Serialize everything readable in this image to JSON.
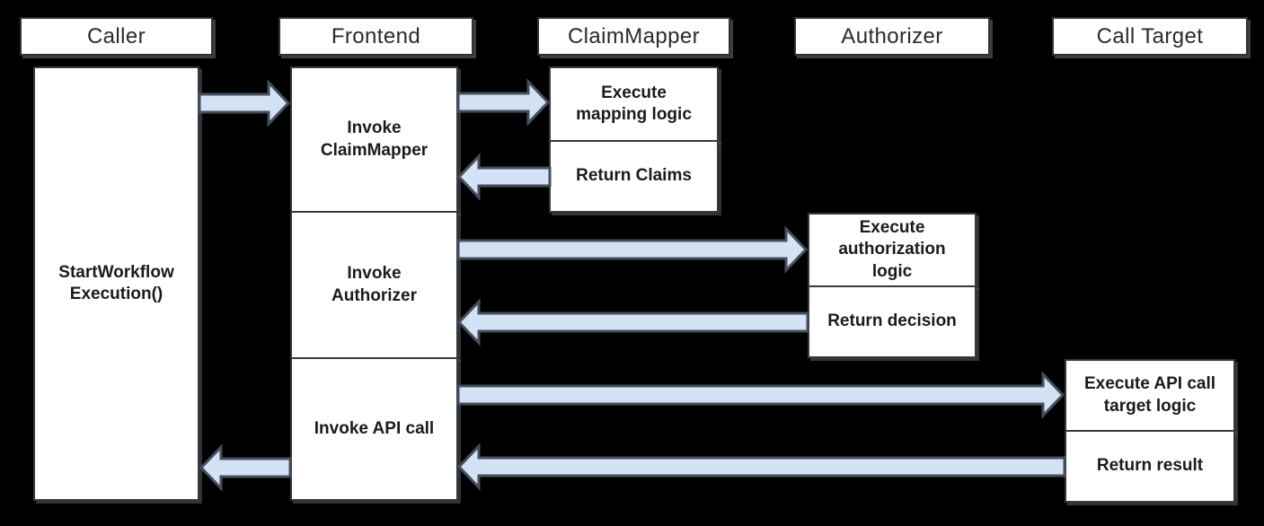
{
  "colors": {
    "background": "#000000",
    "box_fill": "#ffffff",
    "box_border": "#35393f",
    "arrow_fill": "#d3e2f4",
    "arrow_border": "#454e5b",
    "label_text": "#1b1b1b"
  },
  "participants": [
    {
      "id": "caller",
      "label": "Caller"
    },
    {
      "id": "frontend",
      "label": "Frontend"
    },
    {
      "id": "claimmapper",
      "label": "ClaimMapper"
    },
    {
      "id": "authorizer",
      "label": "Authorizer"
    },
    {
      "id": "calltarget",
      "label": "Call Target"
    }
  ],
  "activations": {
    "caller": {
      "label": "StartWorkflow Execution()"
    },
    "frontend": [
      {
        "label": "Invoke ClaimMapper"
      },
      {
        "label": "Invoke Authorizer"
      },
      {
        "label": "Invoke API call"
      }
    ],
    "claimmapper": [
      {
        "label": "Execute mapping logic"
      },
      {
        "label": "Return Claims"
      }
    ],
    "authorizer": [
      {
        "label": "Execute authorization logic"
      },
      {
        "label": "Return decision"
      }
    ],
    "calltarget": [
      {
        "label": "Execute API call target logic"
      },
      {
        "label": "Return result"
      }
    ]
  },
  "flows": [
    {
      "from": "Caller",
      "to": "Frontend",
      "direction": "right"
    },
    {
      "from": "Frontend",
      "to": "ClaimMapper",
      "direction": "right"
    },
    {
      "from": "ClaimMapper",
      "to": "Frontend",
      "direction": "left"
    },
    {
      "from": "Frontend",
      "to": "Authorizer",
      "direction": "right"
    },
    {
      "from": "Authorizer",
      "to": "Frontend",
      "direction": "left"
    },
    {
      "from": "Frontend",
      "to": "Call Target",
      "direction": "right"
    },
    {
      "from": "Call Target",
      "to": "Frontend",
      "direction": "left"
    },
    {
      "from": "Frontend",
      "to": "Caller",
      "direction": "left"
    }
  ]
}
